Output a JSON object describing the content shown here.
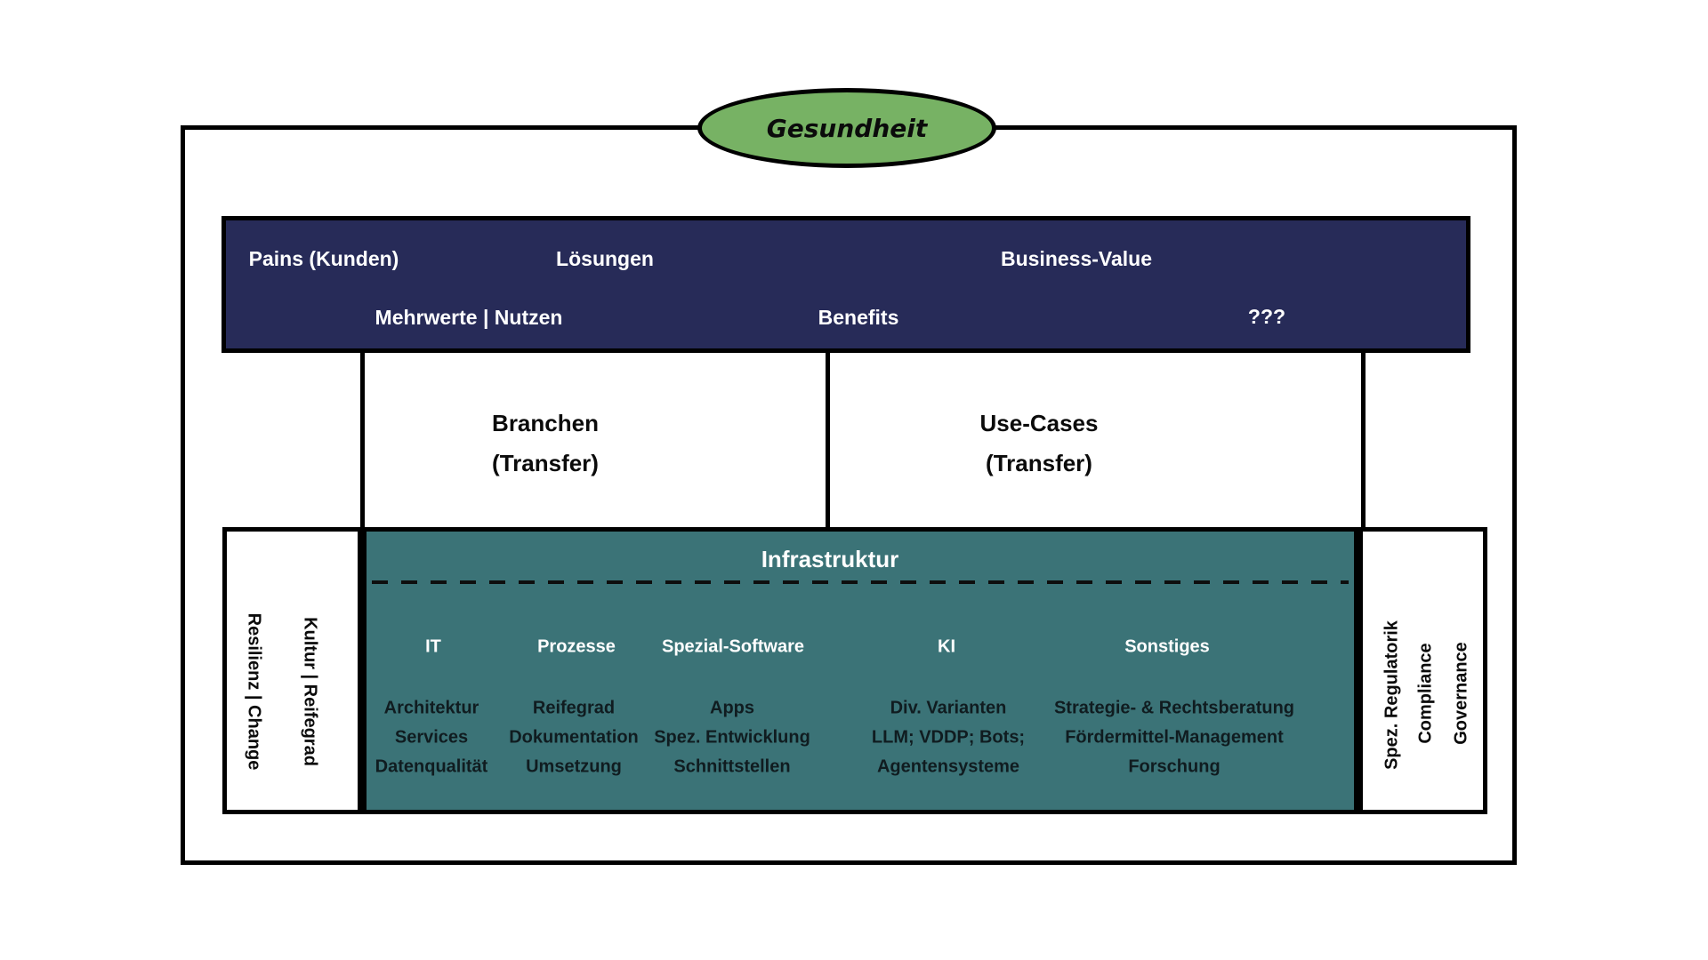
{
  "colors": {
    "navy": "#272b58",
    "teal": "#3b7377",
    "green": "#77b264"
  },
  "ellipse": {
    "label": "Gesundheit"
  },
  "top_bar": {
    "row1": [
      "Pains (Kunden)",
      "Lösungen",
      "Business-Value"
    ],
    "row2": [
      "Mehrwerte | Nutzen",
      "Benefits",
      "???"
    ]
  },
  "transfer": {
    "left": {
      "line1": "Branchen",
      "line2": "(Transfer)"
    },
    "right": {
      "line1": "Use-Cases",
      "line2": "(Transfer)"
    }
  },
  "infrastructure": {
    "title": "Infrastruktur",
    "columns": [
      {
        "header": "IT",
        "items": [
          "Architektur",
          "Services",
          "Datenqualität"
        ]
      },
      {
        "header": "Prozesse",
        "items": [
          "Reifegrad",
          "Dokumentation",
          "Umsetzung"
        ]
      },
      {
        "header": "Spezial-Software",
        "items": [
          "Apps",
          "Spez. Entwicklung",
          "Schnittstellen"
        ]
      },
      {
        "header": "KI",
        "items": [
          "Div. Varianten",
          "LLM; VDDP; Bots;",
          "Agentensysteme"
        ]
      },
      {
        "header": "Sonstiges",
        "items": [
          "Strategie- & Rechtsberatung",
          "Fördermittel-Management",
          "Forschung"
        ]
      }
    ]
  },
  "left_rail": {
    "labels": [
      "Resilienz | Change",
      "Kultur | Reifegrad"
    ]
  },
  "right_rail": {
    "labels": [
      "Spez. Regulatorik",
      "Compliance",
      "Governance"
    ]
  }
}
